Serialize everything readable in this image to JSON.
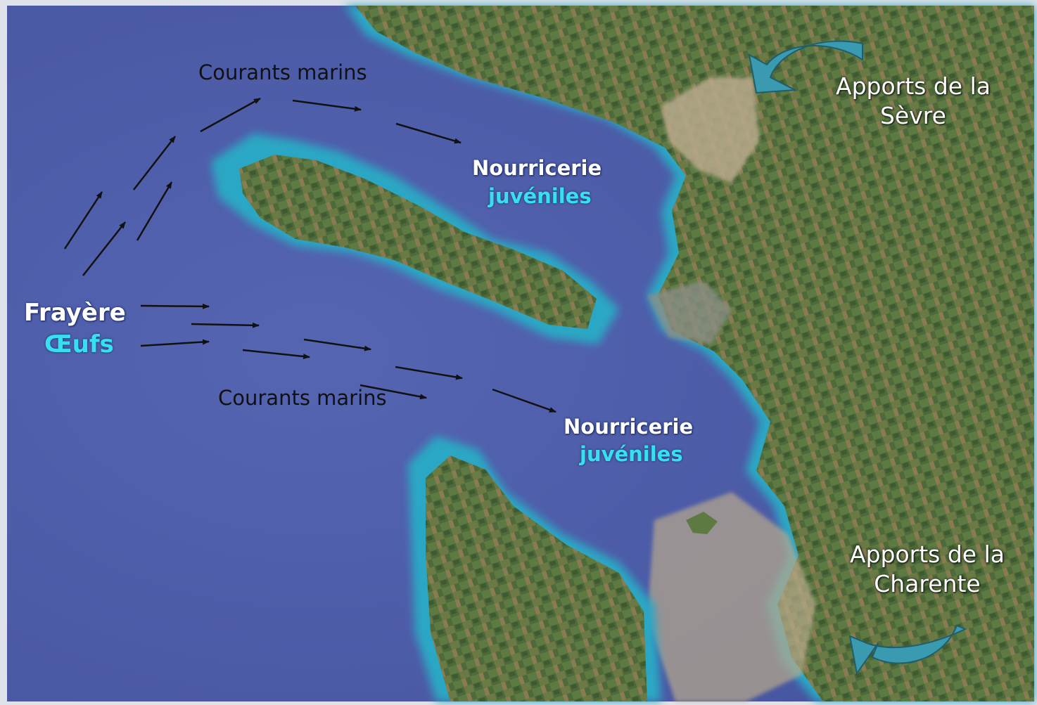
{
  "labels": {
    "courants_top": "Courants marins",
    "courants_bottom": "Courants marins",
    "nourricerie_1": "Nourricerie",
    "juveniles_1": "juvéniles",
    "nourricerie_2": "Nourricerie",
    "juveniles_2": "juvéniles",
    "frayere": "Frayère",
    "oeufs": "Œufs",
    "apports_sevre_1": "Apports de la",
    "apports_sevre_2": "Sèvre",
    "apports_charente_1": "Apports de la",
    "apports_charente_2": "Charente"
  },
  "colors": {
    "ocean": "#4d5ba8",
    "shallow": "#2aa7c4",
    "land": "#4e6a3a",
    "mud": "#b9aa8c",
    "label_highlight": "#37e0f0",
    "arrow": "#111111",
    "river_arrow": "#3a9bb0"
  },
  "icons": {
    "current_arrow": "arrow-right-icon",
    "river_inflow": "curved-arrow-icon"
  }
}
